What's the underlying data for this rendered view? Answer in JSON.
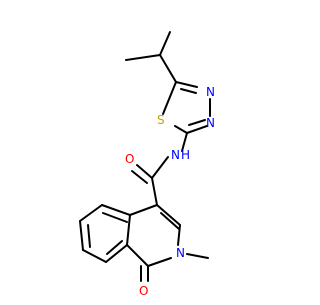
{
  "molecule": {
    "atom_labels": {
      "sulfur": "S",
      "thiadiazole_n1": "N",
      "thiadiazole_n2": "N",
      "amide_nh": "N",
      "amide_h": "H",
      "amide_o": "O",
      "ring_n": "N",
      "lactam_o": "O"
    },
    "colors": {
      "bond": "#000000",
      "nitrogen": "#0000ff",
      "oxygen": "#ff0000",
      "sulfur": "#c9a400"
    }
  }
}
